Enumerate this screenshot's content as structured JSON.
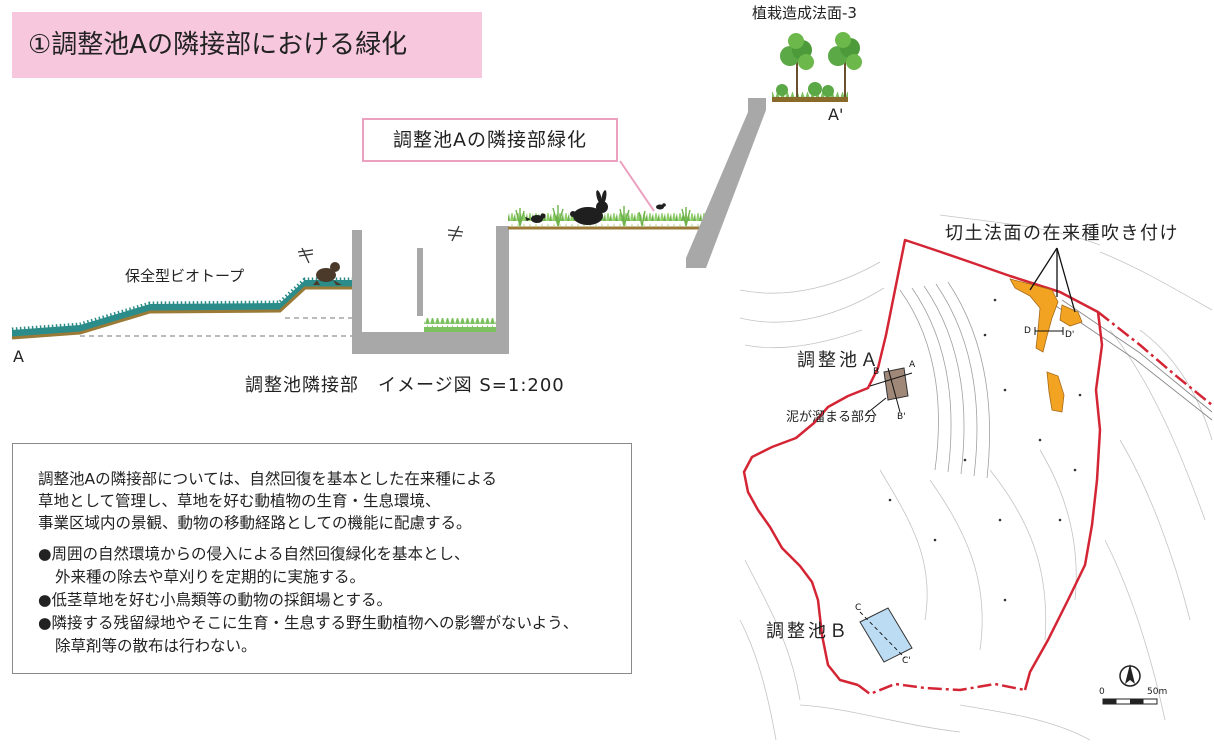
{
  "title": "①調整池Aの隣接部における緑化",
  "section": {
    "slope_label": "植栽造成法面-3",
    "end_point": "A'",
    "start_point": "A",
    "callout": "調整池Aの隣接部緑化",
    "biotope_label": "保全型ビオトープ",
    "caption": "調整池隣接部　イメージ図 S=1:200"
  },
  "notes": {
    "intro": [
      "調整池Aの隣接部については、自然回復を基本とした在来種による",
      "草地として管理し、草地を好む動植物の生育・生息環境、",
      "事業区域内の景観、動物の移動経路としての機能に配慮する。"
    ],
    "bullets": [
      [
        "●周囲の自然環境からの侵入による自然回復緑化を基本とし、",
        "外来種の除去や草刈りを定期的に実施する。"
      ],
      [
        "●低茎草地を好む小鳥類等の動物の採餌場とする。"
      ],
      [
        "●隣接する残留緑地やそこに生育・生息する野生動植物への影響がないよう、",
        "除草剤等の散布は行わない。"
      ]
    ]
  },
  "map": {
    "cut_slope_label": "切土法面の在来種吹き付け",
    "pond_a_label": "調整池Ａ",
    "mud_label": "泥が溜まる部分",
    "pond_b_label": "調整池Ｂ",
    "marks": {
      "b": "B",
      "a": "A",
      "b_prime": "B'",
      "d": "D",
      "d_prime": "D'",
      "c": "C",
      "c_prime": "C'"
    },
    "scale": {
      "start": "0",
      "end": "50m"
    }
  },
  "colors": {
    "title_bg": "#f7c8dd",
    "callout_border": "#eba0c0",
    "boundary": "#d42535",
    "cut_slope_fill": "#f2a322",
    "pond_b_fill": "#bcdcf4"
  }
}
